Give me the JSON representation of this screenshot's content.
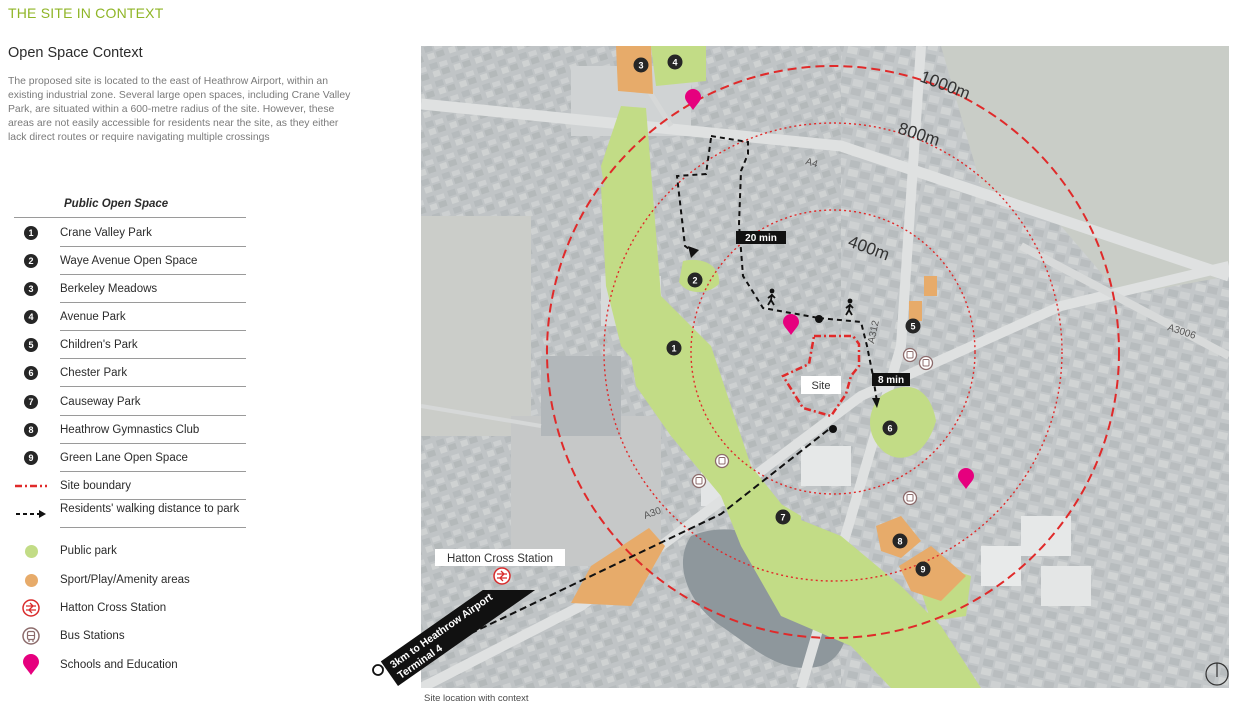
{
  "header": {
    "section_title": "THE SITE IN CONTEXT",
    "page_title": "Open Space Context",
    "intro": "The proposed site is located to the east of Heathrow Airport, within an existing industrial zone. Several large open spaces, including Crane Valley Park, are situated within a 600-metre radius of the site. However, these areas are not easily accessible for residents near the site, as they either lack direct routes or require navigating multiple crossings"
  },
  "legend": {
    "title": "Public Open Space",
    "parks": [
      {
        "num": "1",
        "label": "Crane Valley Park"
      },
      {
        "num": "2",
        "label": "Waye Avenue Open Space"
      },
      {
        "num": "3",
        "label": "Berkeley Meadows"
      },
      {
        "num": "4",
        "label": "Avenue Park"
      },
      {
        "num": "5",
        "label": "Children's Park"
      },
      {
        "num": "6",
        "label": "Chester Park"
      },
      {
        "num": "7",
        "label": "Causeway Park"
      },
      {
        "num": "8",
        "label": "Heathrow Gymnastics Club"
      },
      {
        "num": "9",
        "label": "Green Lane Open Space"
      }
    ],
    "keys": {
      "site_boundary": "Site boundary",
      "walking": "Residents' walking distance to park",
      "public_park": "Public park",
      "sport": "Sport/Play/Amenity areas",
      "station": "Hatton Cross Station",
      "bus": "Bus Stations",
      "schools": "Schools and Education"
    }
  },
  "map": {
    "radius_labels": [
      "1000m",
      "800m",
      "400m"
    ],
    "roads": [
      "A4",
      "A312",
      "A3006",
      "A30"
    ],
    "walk_times": [
      "20 min",
      "8 min"
    ],
    "site_label": "Site",
    "station_label": "Hatton Cross Station",
    "airport_label_line1": "3km to Heathrow Airport",
    "airport_label_line2": "Terminal 4",
    "park_markers": [
      "1",
      "2",
      "3",
      "4",
      "5",
      "6",
      "7",
      "8",
      "9"
    ]
  },
  "caption": "Site location with context",
  "colors": {
    "accent_green": "#8fb526",
    "park_green": "#c2dc86",
    "sport_orange": "#e7ab6a",
    "boundary_red": "#e02a2a",
    "school_pink": "#e6007e",
    "station_red": "#d92b2b",
    "marker_dark": "#262626"
  },
  "icons": [
    "park-number-marker",
    "site-boundary-line",
    "walking-arrow",
    "rail-icon",
    "bus-icon",
    "school-pin-icon",
    "north-arrow-icon",
    "pedestrian-icon"
  ]
}
